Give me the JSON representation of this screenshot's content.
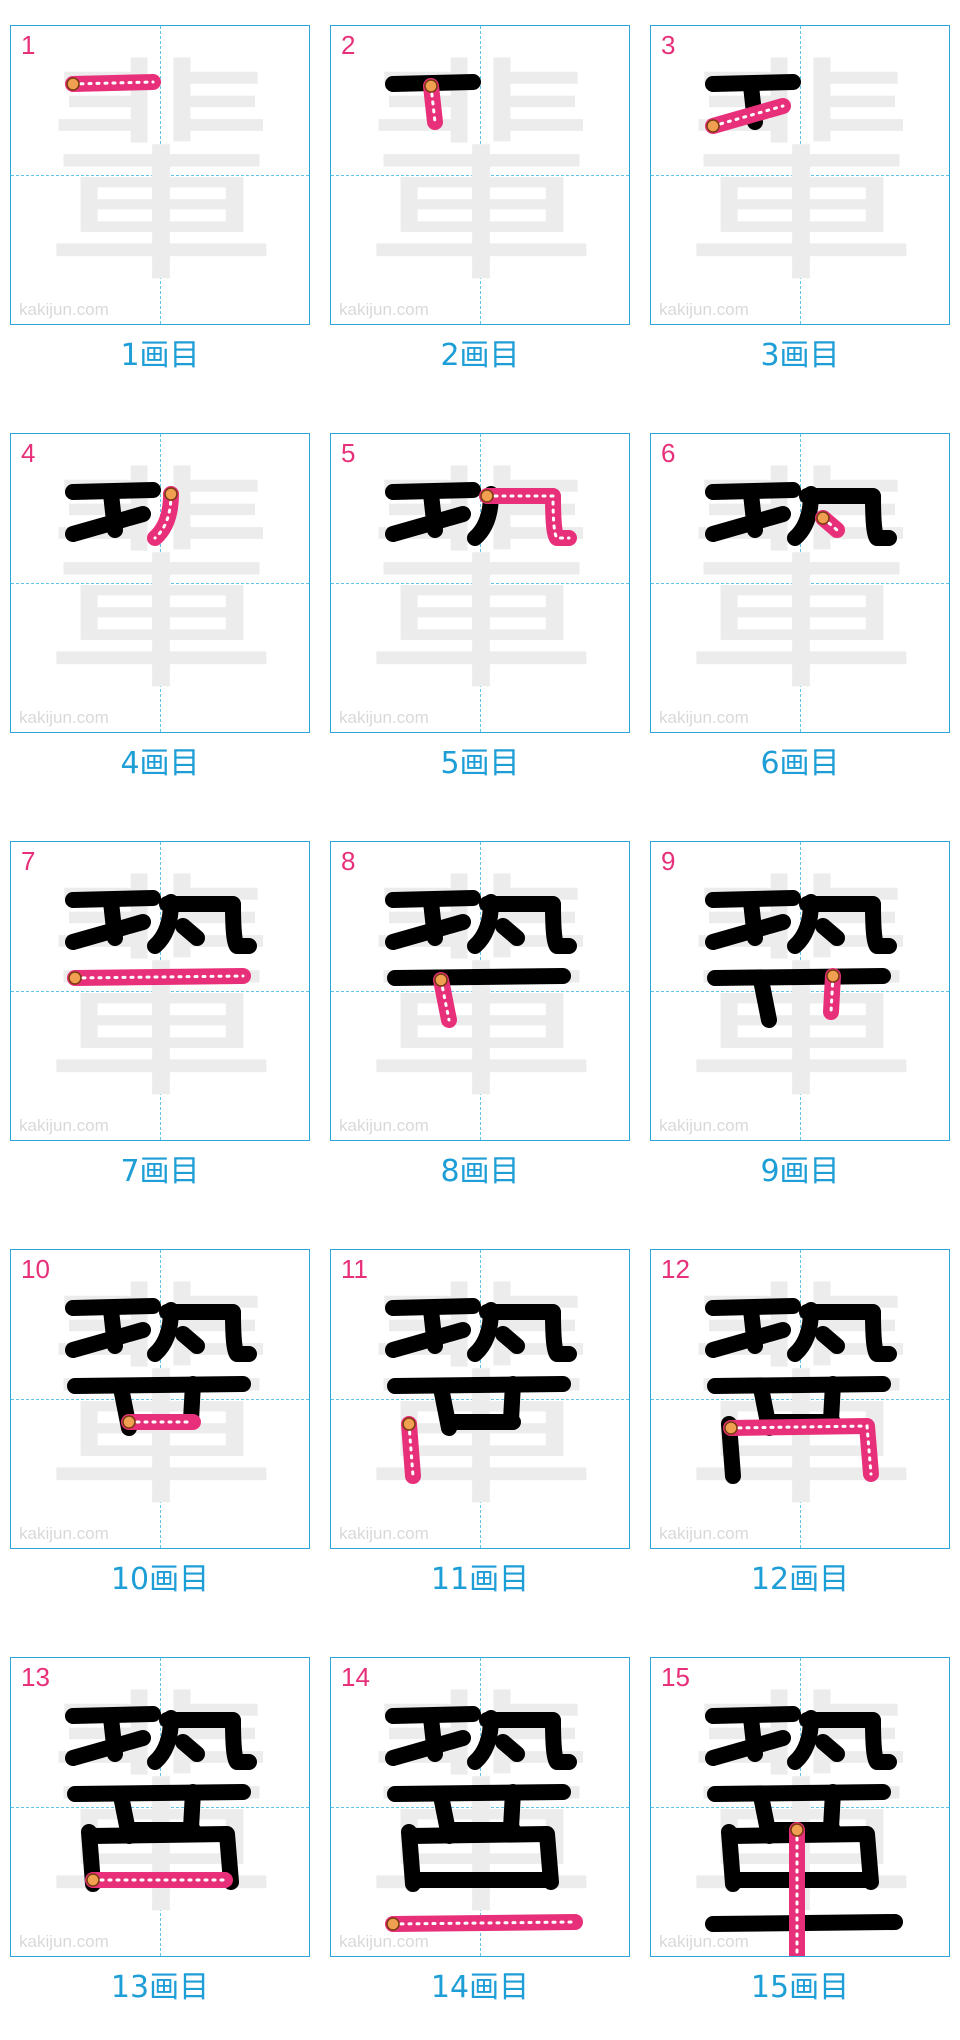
{
  "character": "輩",
  "watermark": "kakijun.com",
  "colors": {
    "frame": "#2aa6d9",
    "guide": "#5fc4ea",
    "ghost": "#ececec",
    "done": "#000000",
    "current": "#e8307a",
    "start_dot": "#f0a050",
    "caption": "#1d9ed6",
    "number": "#e8307a"
  },
  "cells": [
    {
      "number": "1",
      "caption": "1画目"
    },
    {
      "number": "2",
      "caption": "2画目"
    },
    {
      "number": "3",
      "caption": "3画目"
    },
    {
      "number": "4",
      "caption": "4画目"
    },
    {
      "number": "5",
      "caption": "5画目"
    },
    {
      "number": "6",
      "caption": "6画目"
    },
    {
      "number": "7",
      "caption": "7画目"
    },
    {
      "number": "8",
      "caption": "8画目"
    },
    {
      "number": "9",
      "caption": "9画目"
    },
    {
      "number": "10",
      "caption": "10画目"
    },
    {
      "number": "11",
      "caption": "11画目"
    },
    {
      "number": "12",
      "caption": "12画目"
    },
    {
      "number": "13",
      "caption": "13画目"
    },
    {
      "number": "14",
      "caption": "14画目"
    },
    {
      "number": "15",
      "caption": "15画目"
    }
  ]
}
